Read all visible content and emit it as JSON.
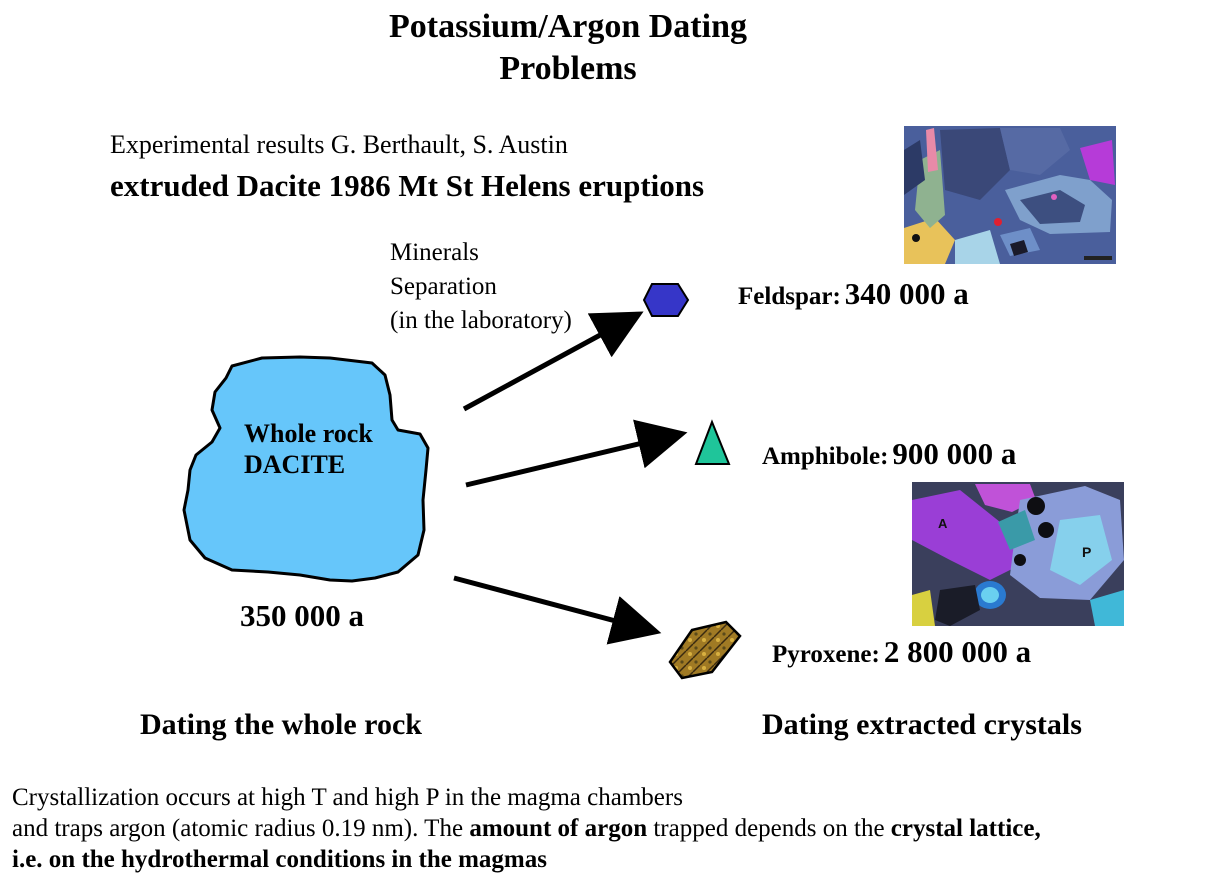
{
  "title": {
    "line1": "Potassium/Argon Dating",
    "line2": "Problems"
  },
  "subtitle": {
    "credit": "Experimental results G. Berthault, S. Austin",
    "sample": "extruded Dacite 1986 Mt St Helens eruptions"
  },
  "process_label": {
    "line1": "Minerals",
    "line2": "Separation",
    "line3": "(in the laboratory)"
  },
  "whole_rock": {
    "label_line1": "Whole rock",
    "label_line2": "DACITE",
    "age": "350 000 a",
    "fill_color": "#66c6fa",
    "shape_icon": "rock-blob-icon"
  },
  "minerals": [
    {
      "name": "Feldspar:",
      "age": "340 000 a",
      "shape_icon": "hexagon-icon",
      "color": "#3636c8"
    },
    {
      "name": "Amphibole:",
      "age": "900 000 a",
      "shape_icon": "triangle-icon",
      "color": "#1fc59a"
    },
    {
      "name": "Pyroxene:",
      "age": "2 800 000 a",
      "shape_icon": "crystal-hexagon-icon",
      "color": "#9a7a2a"
    }
  ],
  "captions": {
    "left": "Dating the whole rock",
    "right": "Dating extracted crystals"
  },
  "footnote": {
    "line1": "Crystallization occurs at high T and high P in the magma chambers",
    "line2_pre": "and traps argon (atomic radius 0.19 nm). The ",
    "line2_bold1": "amount of argon",
    "line2_mid": " trapped depends on the ",
    "line2_bold2": "crystal lattice,",
    "line3_bold": "i.e. on the hydrothermal conditions in the magmas"
  },
  "photos": [
    {
      "name": "feldspar-thin-section",
      "alt": "Feldspar thin section micrograph"
    },
    {
      "name": "amphibole-pyroxene-thin-section",
      "alt": "Amphibole/pyroxene thin section micrograph",
      "markers": [
        "A",
        "P"
      ]
    }
  ]
}
